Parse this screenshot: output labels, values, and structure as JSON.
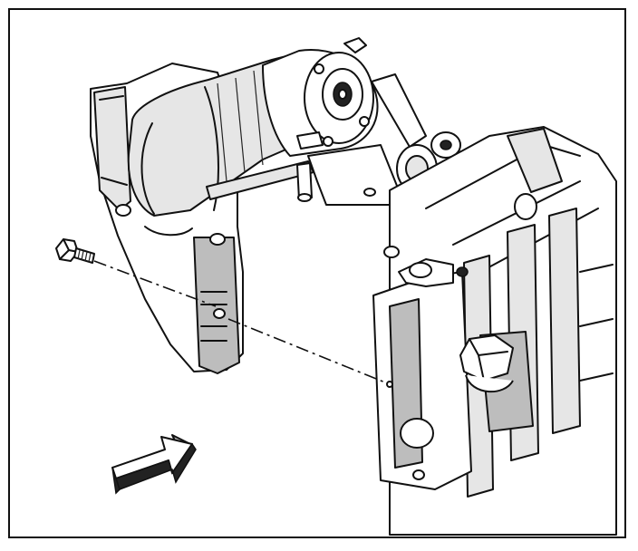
{
  "figure": {
    "colors": {
      "ink": "#111111",
      "paper": "#ffffff",
      "shade": "#bdbdbd",
      "light": "#e6e6e6"
    },
    "parts": [
      "starter-motor",
      "starter-bolt",
      "bolt-hole",
      "engine-block",
      "oil-pan",
      "bracket",
      "locating-arrow"
    ]
  }
}
